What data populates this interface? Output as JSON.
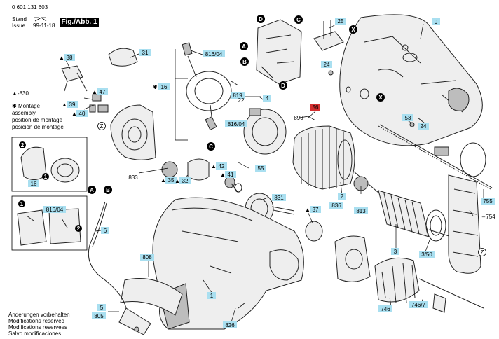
{
  "header": {
    "doc_number": "0 601 131 603",
    "stand_label": "Stand",
    "issue_label": "Issue",
    "date": "99-11-18",
    "figure_label": "Fig./Abb. 1"
  },
  "legend": {
    "triangle_ref": "▲-830",
    "star_lines": [
      "Montage",
      "assembly",
      "position de montage",
      "posición de montage"
    ]
  },
  "footer": {
    "lines": [
      "Änderungen vorbehalten",
      "Modifications reserved",
      "Modifications reservees",
      "Salvo modificaciones"
    ]
  },
  "callouts": [
    "A",
    "B",
    "C",
    "D",
    "X",
    "Z"
  ],
  "parts": {
    "p9": "9",
    "p25": "25",
    "p31": "31",
    "p38": "38",
    "p816a": "816/04",
    "p816b": "816/04",
    "p16a": "16",
    "p24a": "24",
    "p819": "819",
    "p47": "47",
    "p4": "4",
    "p22": "22",
    "p39": "39",
    "p40": "40",
    "p56": "56",
    "p890": "890",
    "p53": "53",
    "p24b": "24",
    "p55": "55",
    "p42": "42",
    "p41": "41",
    "p833": "833",
    "p35": "35",
    "p32": "32",
    "p16b": "16",
    "p831": "831",
    "p2": "2",
    "p755": "755",
    "p816c": "816/04",
    "p37": "37",
    "p836": "836",
    "p813": "813",
    "p754": "754",
    "p6": "6",
    "p3": "3",
    "p350": "3/50",
    "p808": "808",
    "p1": "1",
    "p5": "5",
    "p805": "805",
    "p826": "826",
    "p746": "746",
    "p7467": "746/7"
  }
}
